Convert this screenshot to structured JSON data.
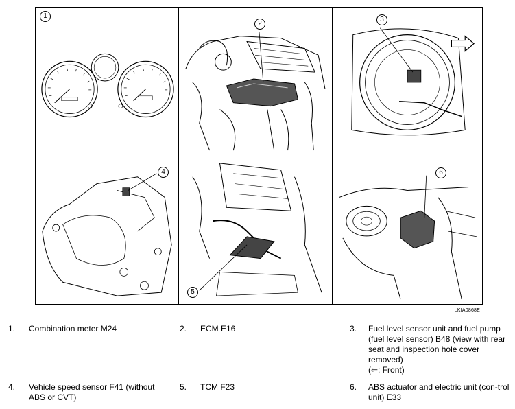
{
  "figure": {
    "code": "LKIA0868E",
    "callouts": [
      "1",
      "2",
      "3",
      "4",
      "5",
      "6"
    ]
  },
  "legend": [
    {
      "num": "1.",
      "text": "Combination meter M24"
    },
    {
      "num": "2.",
      "text": "ECM E16"
    },
    {
      "num": "3.",
      "text": "Fuel level sensor unit and fuel pump (fuel level sensor) B48 (view with rear seat and inspection hole cover removed)",
      "note": "(⇐: Front)"
    },
    {
      "num": "4.",
      "text": "Vehicle speed sensor F41 (without ABS or CVT)"
    },
    {
      "num": "5.",
      "text": "TCM F23"
    },
    {
      "num": "6.",
      "text": "ABS actuator and electric unit (con-trol unit) E33"
    }
  ]
}
